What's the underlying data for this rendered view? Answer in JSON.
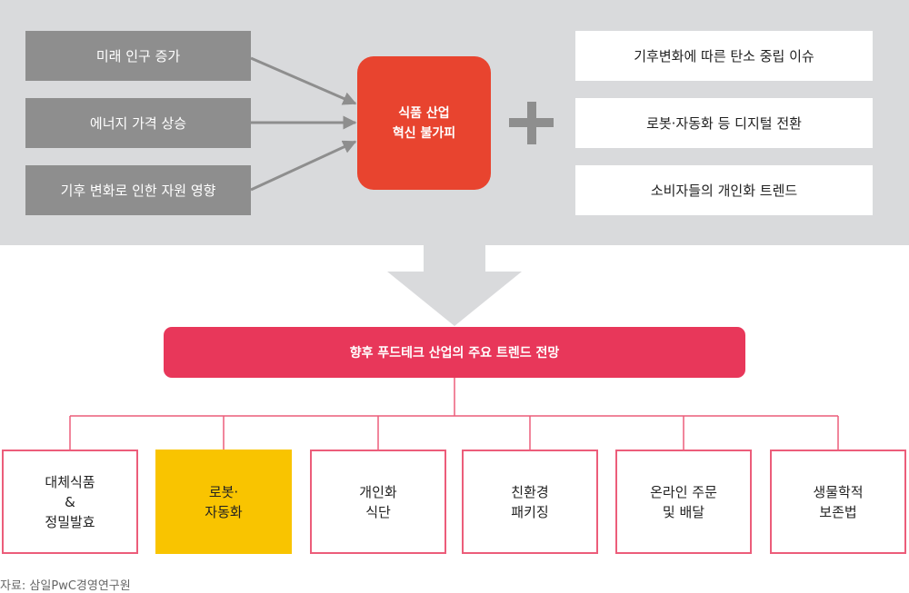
{
  "top_panel": {
    "causes": [
      "미래 인구 증가",
      "에너지 가격 상승",
      "기후 변화로 인한 자원 영향"
    ],
    "hub": {
      "line1": "식품 산업",
      "line2": "혁신 불가피"
    },
    "plus_icon": "plus-icon",
    "factors": [
      "기후변화에 따른 탄소 중립 이슈",
      "로봇·자동화 등 디지털 전환",
      "소비자들의 개인화 트렌드"
    ]
  },
  "banner": {
    "title": "향후 푸드테크 산업의 주요 트렌드 전망"
  },
  "trends": [
    {
      "lines": [
        "대체식품",
        "&",
        "정밀발효"
      ],
      "highlighted": false
    },
    {
      "lines": [
        "로봇·",
        "자동화"
      ],
      "highlighted": true
    },
    {
      "lines": [
        "개인화",
        "식단"
      ],
      "highlighted": false
    },
    {
      "lines": [
        "친환경",
        "패키징"
      ],
      "highlighted": false
    },
    {
      "lines": [
        "온라인 주문",
        "및 배달"
      ],
      "highlighted": false
    },
    {
      "lines": [
        "생물학적",
        "보존법"
      ],
      "highlighted": false
    }
  ],
  "source": "자료:  삼일PwC경영연구원",
  "colors": {
    "panel_bg": "#d9dadc",
    "cause_box": "#8e8e8e",
    "hub": "#e8442f",
    "banner": "#e8375a",
    "connector": "#ec5d7a",
    "highlight": "#f9c400",
    "down_arrow": "#d9dadc"
  }
}
